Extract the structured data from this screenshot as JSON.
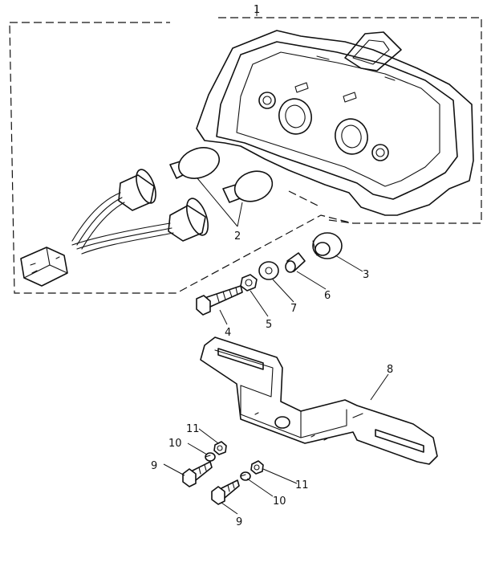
{
  "callouts": {
    "c1": "1",
    "c2": "2",
    "c3": "3",
    "c4": "4",
    "c5": "5",
    "c6": "6",
    "c7": "7",
    "c8": "8",
    "c9a": "9",
    "c9b": "9",
    "c10a": "10",
    "c10b": "10",
    "c11a": "11",
    "c11b": "11"
  },
  "colors": {
    "ink": "#111111",
    "paper": "#ffffff"
  }
}
